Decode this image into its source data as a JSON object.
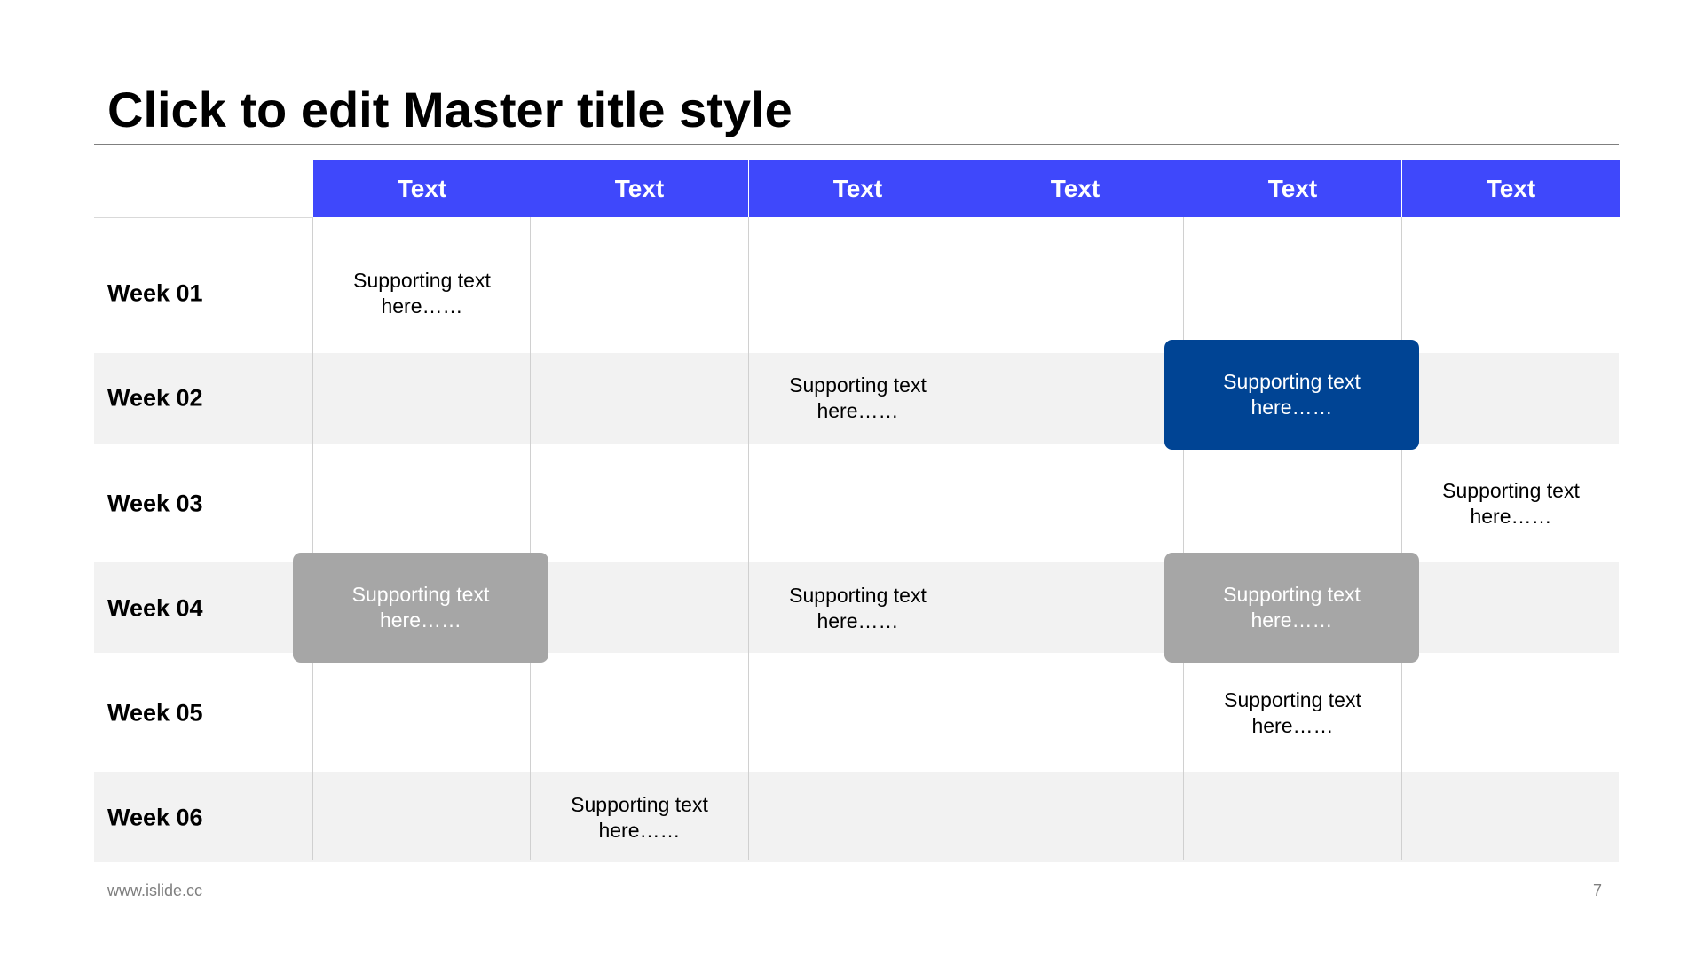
{
  "slide": {
    "title": "Click to edit Master title style",
    "footer_url": "www.islide.cc",
    "page_number": "7"
  },
  "colors": {
    "header_blue": "#3f48fb",
    "highlight_navy": "#004494",
    "highlight_gray": "#a6a6a6",
    "band_gray": "#f2f2f2"
  },
  "table": {
    "columns": [
      "Text",
      "Text",
      "Text",
      "Text",
      "Text",
      "Text"
    ],
    "rows": [
      "Week 01",
      "Week 02",
      "Week 03",
      "Week 04",
      "Week 05",
      "Week 06"
    ],
    "cells": [
      {
        "week": "Week 01",
        "column": 1,
        "style": "plain",
        "line1": "Supporting text",
        "line2": "here……"
      },
      {
        "week": "Week 02",
        "column": 3,
        "style": "plain",
        "line1": "Supporting text",
        "line2": "here……"
      },
      {
        "week": "Week 02",
        "column": 5,
        "style": "navy-box",
        "line1": "Supporting text",
        "line2": "here……"
      },
      {
        "week": "Week 03",
        "column": 6,
        "style": "plain",
        "line1": "Supporting text",
        "line2": "here……"
      },
      {
        "week": "Week 04",
        "column": 1,
        "style": "gray-box",
        "line1": "Supporting text",
        "line2": "here……"
      },
      {
        "week": "Week 04",
        "column": 3,
        "style": "plain",
        "line1": "Supporting text",
        "line2": "here……"
      },
      {
        "week": "Week 04",
        "column": 5,
        "style": "gray-box",
        "line1": "Supporting text",
        "line2": "here……"
      },
      {
        "week": "Week 05",
        "column": 5,
        "style": "plain",
        "line1": "Supporting text",
        "line2": "here……"
      },
      {
        "week": "Week 06",
        "column": 2,
        "style": "plain",
        "line1": "Supporting text",
        "line2": "here……"
      }
    ]
  }
}
